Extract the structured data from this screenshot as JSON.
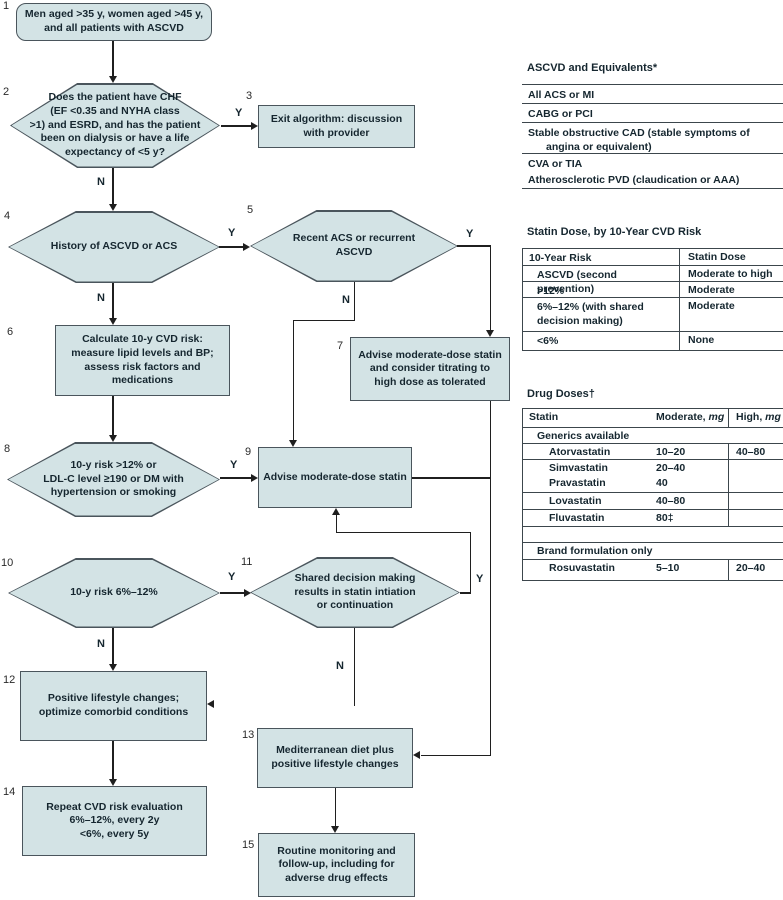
{
  "flow": {
    "yes": "Y",
    "no": "N"
  },
  "nodes": [
    {
      "num": "1",
      "label": [
        "Men aged >35 y, women aged >45 y,",
        "and all patients with ASCVD"
      ]
    },
    {
      "num": "2",
      "label": [
        "Does the patient have CHF",
        "(EF <0.35 and NYHA class",
        ">1) and ESRD, and has the patient",
        "been on dialysis or have a life",
        "expectancy of <5 y?"
      ]
    },
    {
      "num": "3",
      "label": [
        "Exit algorithm: discussion",
        "with provider"
      ]
    },
    {
      "num": "4",
      "label": [
        "History of ASCVD or ACS"
      ]
    },
    {
      "num": "5",
      "label": [
        "Recent ACS or recurrent",
        "ASCVD"
      ]
    },
    {
      "num": "6",
      "label": [
        "Calculate 10-y CVD risk:",
        "measure lipid levels and BP;",
        "assess risk factors and",
        "medications"
      ]
    },
    {
      "num": "7",
      "label": [
        "Advise moderate-dose statin",
        "and consider titrating to",
        "high dose as tolerated"
      ]
    },
    {
      "num": "8",
      "label": [
        "10-y risk >12% or",
        "LDL-C level ≥190 or DM with",
        "hypertension or smoking"
      ]
    },
    {
      "num": "9",
      "label": [
        "Advise moderate-dose statin"
      ]
    },
    {
      "num": "10",
      "label": [
        "10-y risk 6%–12%"
      ]
    },
    {
      "num": "11",
      "label": [
        "Shared decision making",
        "results in statin intiation",
        "or continuation"
      ]
    },
    {
      "num": "12",
      "label": [
        "Positive lifestyle changes;",
        "optimize comorbid conditions"
      ]
    },
    {
      "num": "13",
      "label": [
        "Mediterranean diet plus",
        "positive lifestyle changes"
      ]
    },
    {
      "num": "14",
      "label": [
        "Repeat CVD risk evaluation",
        "6%–12%, every 2y",
        "<6%, every 5y"
      ]
    },
    {
      "num": "15",
      "label": [
        "Routine monitoring and",
        "follow-up, including for",
        "adverse drug effects"
      ]
    }
  ],
  "tables": {
    "ascvd": {
      "title": "ASCVD and Equivalents*",
      "rows": [
        "All ACS or MI",
        "CABG or PCI",
        "Stable obstructive CAD (stable symptoms of angina or equivalent)",
        "CVA or TIA",
        "Atherosclerotic PVD (claudication or AAA)"
      ]
    },
    "statin_dose": {
      "title": "Statin Dose, by 10-Year CVD Risk",
      "col1": "10-Year Risk",
      "col2": "Statin Dose",
      "rows": [
        [
          "ASCVD (second prevention)",
          "Moderate to high"
        ],
        [
          ">12%",
          "Moderate"
        ],
        [
          "6%–12% (with shared decision making)",
          "Moderate"
        ],
        [
          "<6%",
          "None"
        ]
      ]
    },
    "drug_doses": {
      "title": "Drug Doses†",
      "col1": "Statin",
      "col2": "Moderate,",
      "col3": "High,",
      "unit": "mg",
      "sub1": "Generics available",
      "sub2": "Brand formulation only",
      "rows": [
        {
          "name": "Atorvastatin",
          "mod": "10–20",
          "high": "40–80"
        },
        {
          "name": "Simvastatin",
          "mod": "20–40",
          "high": ""
        },
        {
          "name": "Pravastatin",
          "mod": "40",
          "high": ""
        },
        {
          "name": "Lovastatin",
          "mod": "40–80",
          "high": ""
        },
        {
          "name": "Fluvastatin",
          "mod": "80‡",
          "high": ""
        },
        {
          "name": "Rosuvastatin",
          "mod": "5–10",
          "high": "20–40"
        }
      ]
    }
  }
}
